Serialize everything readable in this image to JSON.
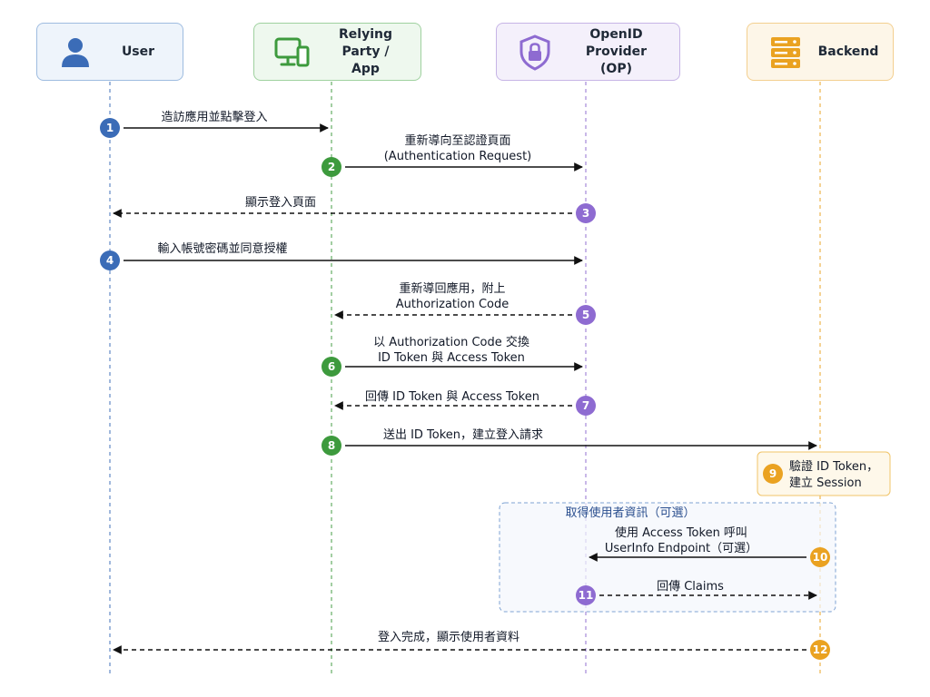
{
  "actors": {
    "user": {
      "name": "User",
      "icon": "user-icon",
      "color": "#3b6cb7"
    },
    "rp": {
      "name": "Relying Party /\nApp",
      "icon": "monitor-icon",
      "color": "#3d9a3d"
    },
    "op": {
      "name": "OpenID Provider\n(OP)",
      "icon": "shield-lock-icon",
      "color": "#8e6bd1"
    },
    "backend": {
      "name": "Backend",
      "icon": "server-icon",
      "color": "#eaa221"
    }
  },
  "steps": [
    {
      "n": "1",
      "text": [
        "造訪應用並點擊登入"
      ],
      "from": "user",
      "to": "rp",
      "dashed": false
    },
    {
      "n": "2",
      "text": [
        "重新導向至認證頁面",
        "(Authentication Request)"
      ],
      "from": "rp",
      "to": "op",
      "dashed": false
    },
    {
      "n": "3",
      "text": [
        "顯示登入頁面"
      ],
      "from": "op",
      "to": "user",
      "dashed": true
    },
    {
      "n": "4",
      "text": [
        "輸入帳號密碼並同意授權"
      ],
      "from": "user",
      "to": "op",
      "dashed": false
    },
    {
      "n": "5",
      "text": [
        "重新導回應用，附上",
        "Authorization Code"
      ],
      "from": "op",
      "to": "rp",
      "dashed": true
    },
    {
      "n": "6",
      "text": [
        "以 Authorization Code 交換",
        "ID Token 與 Access Token"
      ],
      "from": "rp",
      "to": "op",
      "dashed": false
    },
    {
      "n": "7",
      "text": [
        "回傳 ID Token 與 Access Token"
      ],
      "from": "op",
      "to": "rp",
      "dashed": true
    },
    {
      "n": "8",
      "text": [
        "送出 ID Token，建立登入請求"
      ],
      "from": "rp",
      "to": "backend",
      "dashed": false
    },
    {
      "n": "9",
      "text": [
        "驗證 ID Token，",
        "建立 Session"
      ],
      "from": "backend",
      "to": "backend",
      "dashed": false
    },
    {
      "n": "10",
      "text": [
        "使用 Access Token 呼叫",
        "UserInfo Endpoint（可選）"
      ],
      "from": "backend",
      "to": "op",
      "dashed": false
    },
    {
      "n": "11",
      "text": [
        "回傳 Claims"
      ],
      "from": "op",
      "to": "backend",
      "dashed": true
    },
    {
      "n": "12",
      "text": [
        "登入完成，顯示使用者資料"
      ],
      "from": "backend",
      "to": "user",
      "dashed": true
    }
  ],
  "optional_group": {
    "title": "取得使用者資訊（可選）"
  }
}
